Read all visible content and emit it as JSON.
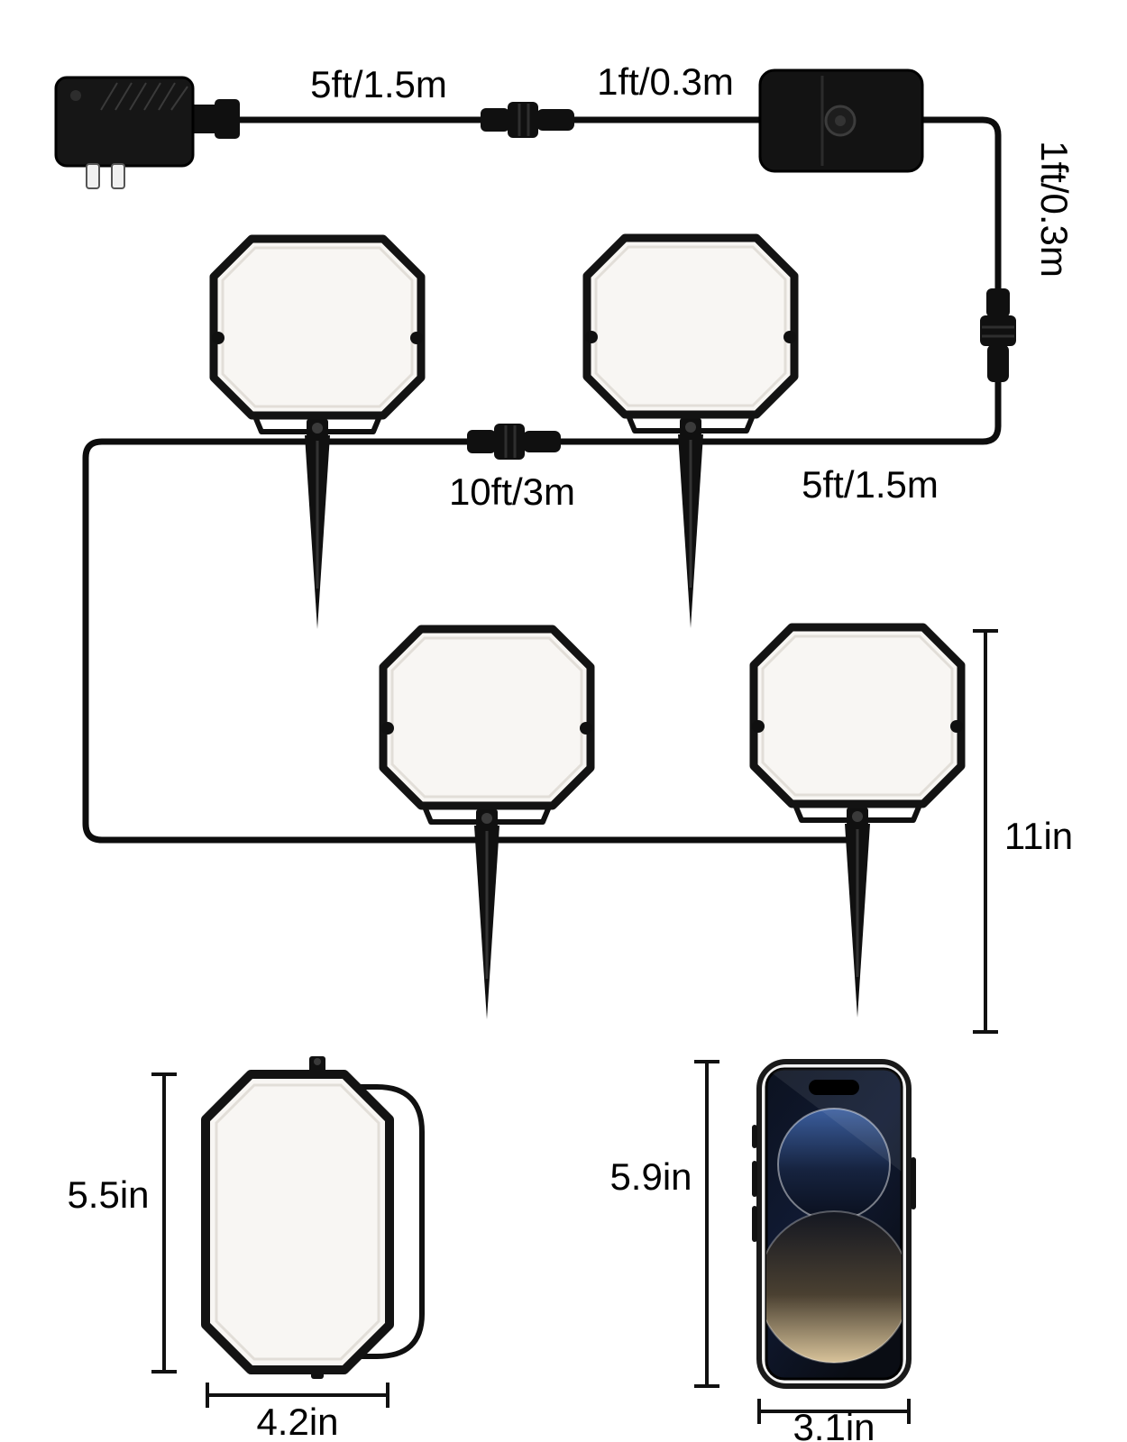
{
  "cable_labels": {
    "adapter_to_controller": "5ft/1.5m",
    "connector_to_controller": "1ft/0.3m",
    "controller_drop": "1ft/0.3m",
    "between_top_lights": "10ft/3m",
    "drop_to_first_light": "5ft/1.5m"
  },
  "dimension_labels": {
    "light_with_stake_height": "11in",
    "light_front_height": "5.5in",
    "light_front_width": "4.2in",
    "phone_height": "5.9in",
    "phone_width": "3.1in"
  },
  "components": [
    "power-adapter-plug",
    "waterproof-cable-connector",
    "control-box",
    "flood-light-with-ground-stake",
    "flood-light-front-view",
    "smartphone-size-reference"
  ],
  "counts": {
    "flood_lights": 4,
    "cable_connectors": 3
  },
  "colors": {
    "background": "#ffffff",
    "line": "#0d0d0d",
    "device_body": "#131313",
    "light_panel": "#f8f6f3",
    "text": "#000000"
  }
}
